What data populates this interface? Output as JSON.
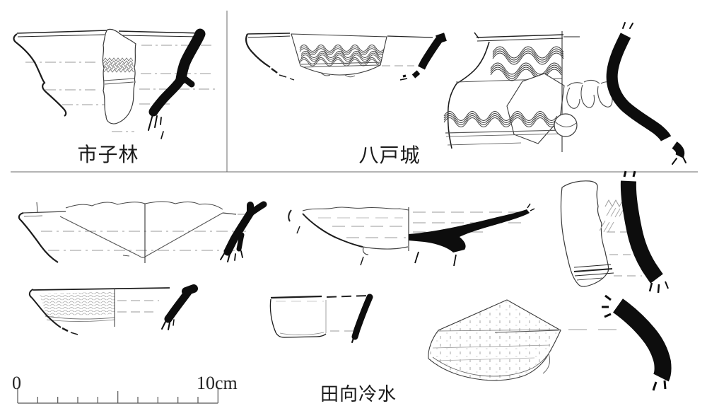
{
  "figure": {
    "background": "#ffffff",
    "ink_color": "#1c1c1c",
    "section_fill_color": "#0d0d0d",
    "divider_color": "#6a6a6a",
    "labels": {
      "top_left_site": "市子林",
      "top_right_site": "八戸城",
      "bottom_site": "田向冷水"
    },
    "scale_bar": {
      "start_label": "0",
      "end_label": "10cm",
      "divisions": 10
    }
  }
}
